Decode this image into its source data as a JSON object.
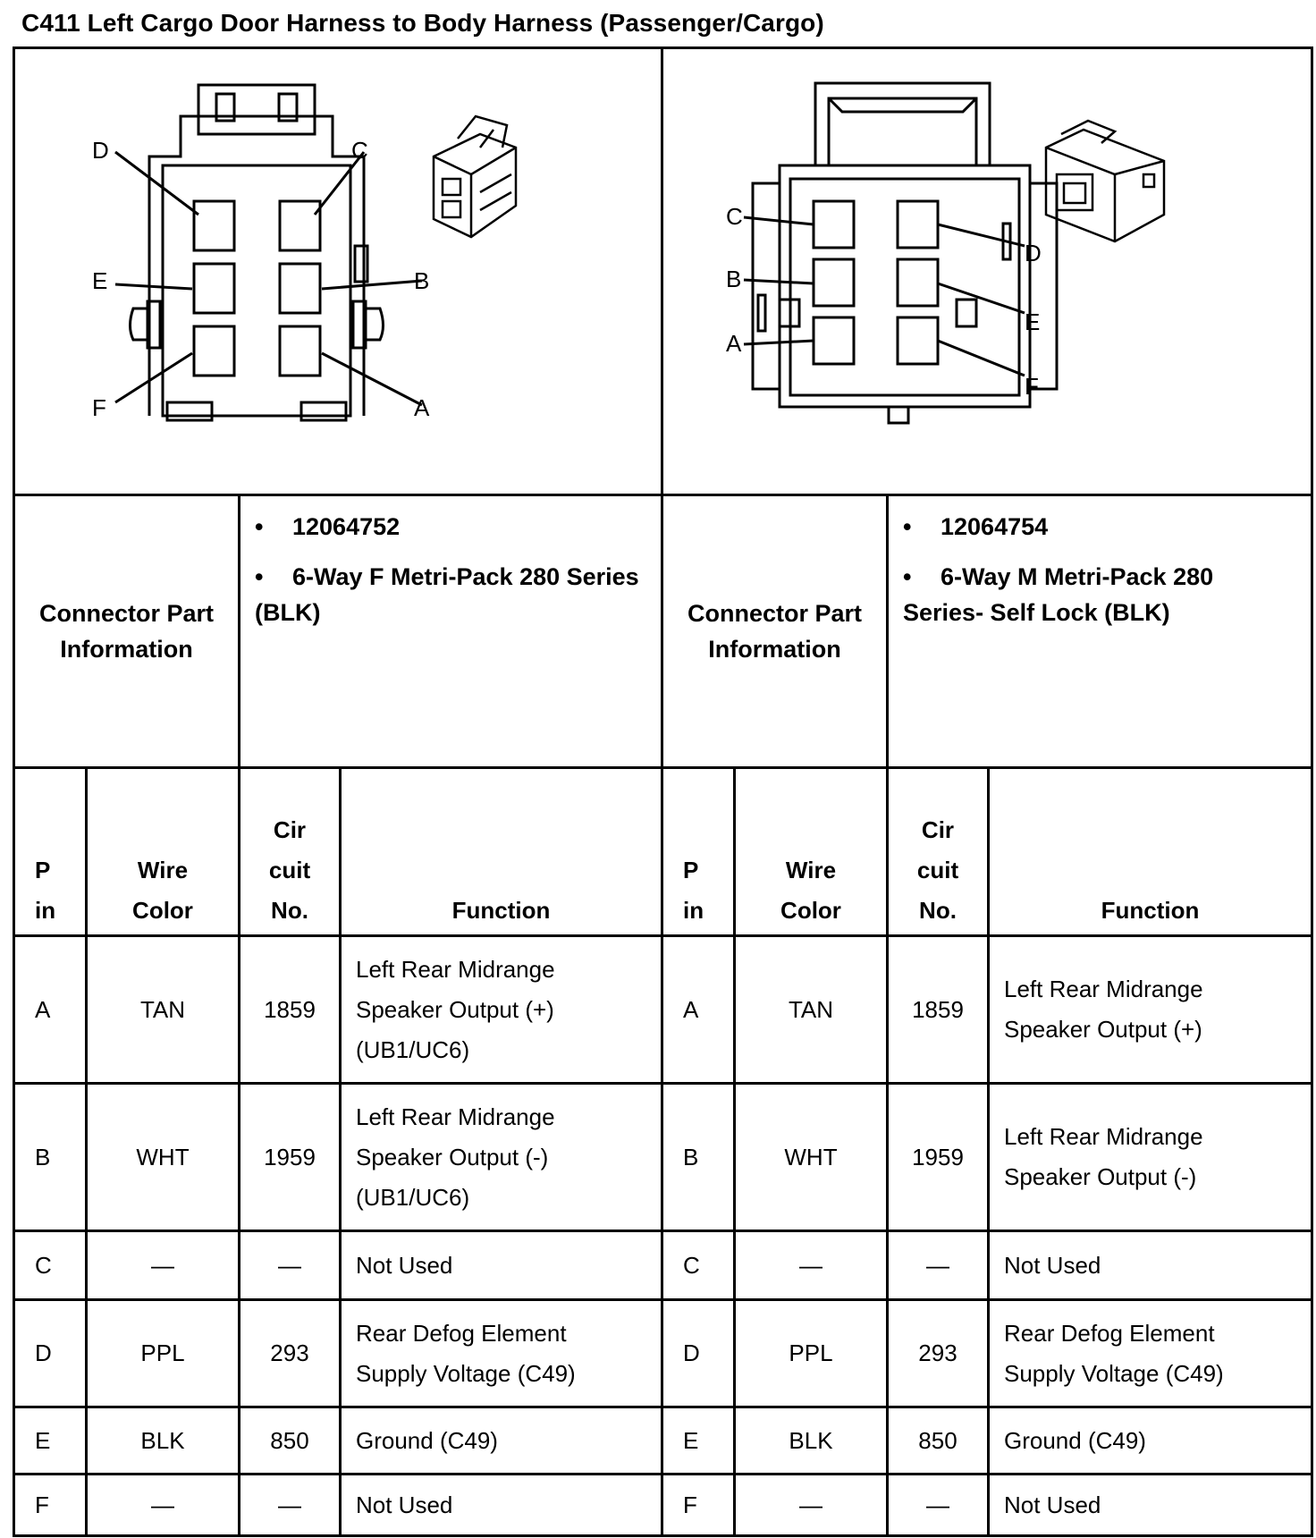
{
  "title": "C411 Left Cargo Door Harness to Body Harness (Passenger/Cargo)",
  "left_connector": {
    "info_label": "Connector Part Information",
    "part_number": "12064752",
    "description": "6-Way F Metri-Pack 280 Series (BLK)",
    "cavity_labels": [
      "D",
      "C",
      "E",
      "B",
      "F",
      "A"
    ]
  },
  "right_connector": {
    "info_label": "Connector Part Information",
    "part_number": "12064754",
    "description": "6-Way M Metri-Pack 280 Series- Self Lock (BLK)",
    "cavity_labels": [
      "C",
      "B",
      "A",
      "D",
      "E",
      "F"
    ]
  },
  "headers": {
    "pin": [
      "P",
      "in"
    ],
    "wire_color": [
      "Wire",
      "Color"
    ],
    "circuit": [
      "Cir",
      "cuit",
      "No."
    ],
    "function": "Function"
  },
  "left_rows": [
    {
      "pin": "A",
      "color": "TAN",
      "circuit": "1859",
      "function": [
        "Left Rear Midrange",
        "Speaker Output (+)",
        "(UB1/UC6)"
      ]
    },
    {
      "pin": "B",
      "color": "WHT",
      "circuit": "1959",
      "function": [
        "Left Rear Midrange",
        "Speaker Output (-)",
        "(UB1/UC6)"
      ]
    },
    {
      "pin": "C",
      "color": "—",
      "circuit": "—",
      "function": [
        "Not Used"
      ]
    },
    {
      "pin": "D",
      "color": "PPL",
      "circuit": "293",
      "function": [
        "Rear Defog Element",
        "Supply Voltage (C49)"
      ]
    },
    {
      "pin": "E",
      "color": "BLK",
      "circuit": "850",
      "function": [
        "Ground (C49)"
      ]
    },
    {
      "pin": "F",
      "color": "—",
      "circuit": "—",
      "function": [
        "Not Used"
      ]
    }
  ],
  "right_rows": [
    {
      "pin": "A",
      "color": "TAN",
      "circuit": "1859",
      "function": [
        "Left Rear Midrange",
        "Speaker Output (+)"
      ]
    },
    {
      "pin": "B",
      "color": "WHT",
      "circuit": "1959",
      "function": [
        "Left Rear Midrange",
        "Speaker Output (-)"
      ]
    },
    {
      "pin": "C",
      "color": "—",
      "circuit": "—",
      "function": [
        "Not Used"
      ]
    },
    {
      "pin": "D",
      "color": "PPL",
      "circuit": "293",
      "function": [
        "Rear Defog Element",
        "Supply Voltage (C49)"
      ]
    },
    {
      "pin": "E",
      "color": "BLK",
      "circuit": "850",
      "function": [
        "Ground (C49)"
      ]
    },
    {
      "pin": "F",
      "color": "—",
      "circuit": "—",
      "function": [
        "Not Used"
      ]
    }
  ]
}
